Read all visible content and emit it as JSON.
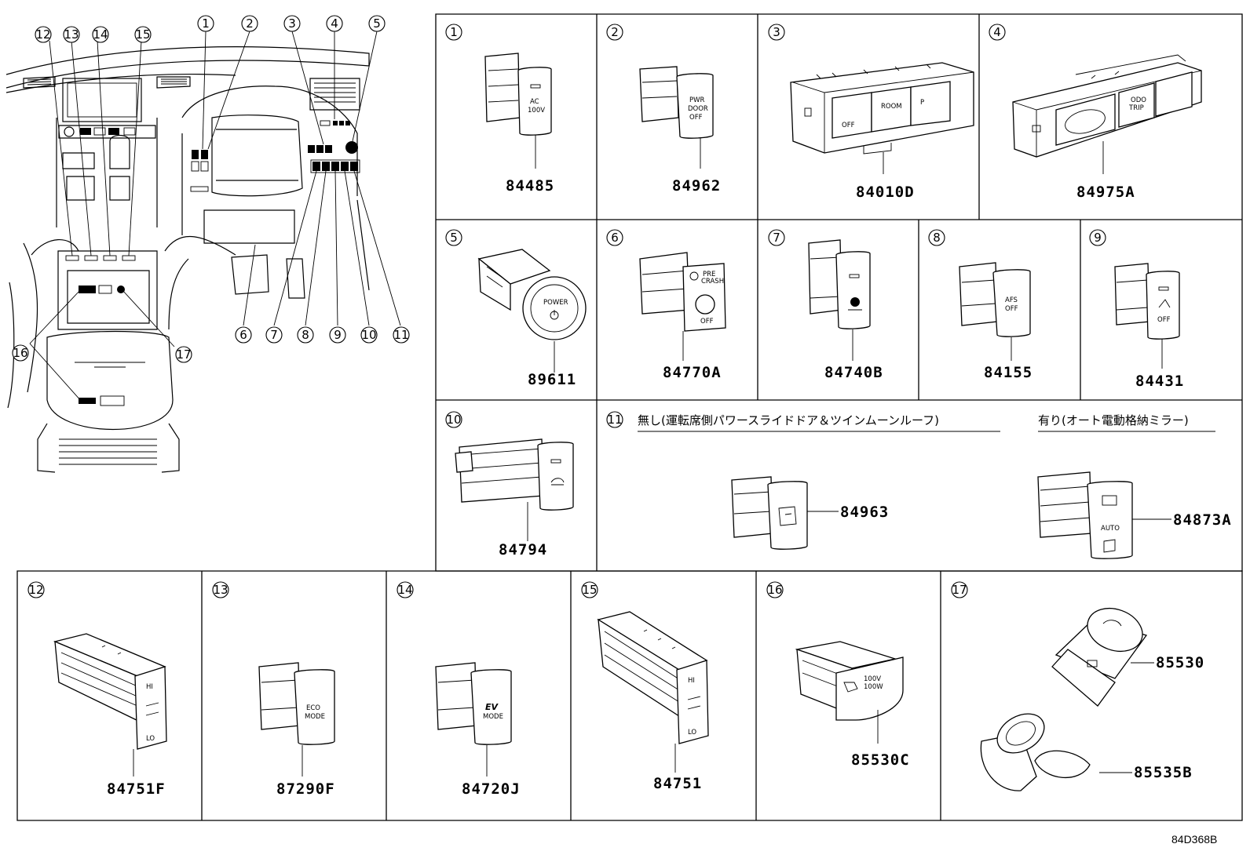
{
  "diagram_code": "84D368B",
  "overview": {
    "callouts": [
      "1",
      "2",
      "3",
      "4",
      "5",
      "6",
      "7",
      "8",
      "9",
      "10",
      "11",
      "12",
      "13",
      "14",
      "15",
      "16",
      "17"
    ]
  },
  "cells": [
    {
      "num": "1",
      "part": "84485",
      "switch_text": [
        "AC",
        "100V"
      ]
    },
    {
      "num": "2",
      "part": "84962",
      "switch_text": [
        "PWR",
        "DOOR",
        "OFF"
      ]
    },
    {
      "num": "3",
      "part": "84010D",
      "switch_text": [
        "OFF",
        "ROOM",
        "P"
      ]
    },
    {
      "num": "4",
      "part": "84975A",
      "switch_text": [
        "ODO",
        "TRIP"
      ]
    },
    {
      "num": "5",
      "part": "89611",
      "switch_text": [
        "POWER"
      ]
    },
    {
      "num": "6",
      "part": "84770A",
      "switch_text": [
        "PRE",
        "CRASH",
        "OFF"
      ]
    },
    {
      "num": "7",
      "part": "84740B",
      "switch_text": []
    },
    {
      "num": "8",
      "part": "84155",
      "switch_text": [
        "AFS",
        "OFF"
      ]
    },
    {
      "num": "9",
      "part": "84431",
      "switch_text": [
        "OFF"
      ]
    },
    {
      "num": "10",
      "part": "84794",
      "switch_text": []
    },
    {
      "num": "11",
      "parts": [
        "84963",
        "84873A"
      ],
      "labels": [
        "無し(運転席側パワースライドドア＆ツインムーンルーフ)",
        "有り(オート電動格納ミラー)"
      ],
      "switch_text": [
        "AUTO"
      ]
    },
    {
      "num": "12",
      "part": "84751F",
      "switch_text": [
        "HI",
        "LO"
      ]
    },
    {
      "num": "13",
      "part": "87290F",
      "switch_text": [
        "ECO",
        "MODE"
      ]
    },
    {
      "num": "14",
      "part": "84720J",
      "switch_text": [
        "EV",
        "MODE"
      ]
    },
    {
      "num": "15",
      "part": "84751",
      "switch_text": [
        "HI",
        "LO"
      ]
    },
    {
      "num": "16",
      "part": "85530C",
      "switch_text": [
        "100V",
        "100W"
      ]
    },
    {
      "num": "17",
      "parts": [
        "85530",
        "85535B"
      ],
      "switch_text": []
    }
  ]
}
